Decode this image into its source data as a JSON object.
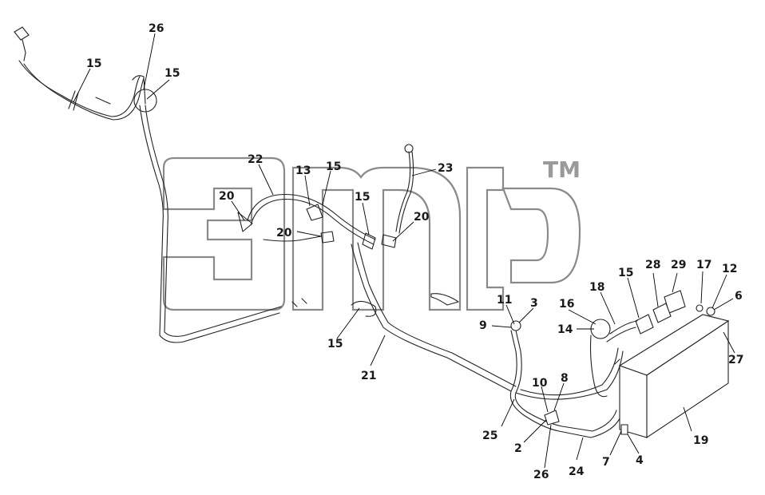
{
  "diagram": {
    "callouts": [
      "26",
      "15",
      "15",
      "22",
      "13",
      "15",
      "20",
      "15",
      "20",
      "20",
      "23",
      "11",
      "3",
      "9",
      "16",
      "14",
      "18",
      "15",
      "28",
      "29",
      "17",
      "12",
      "6",
      "27",
      "21",
      "15",
      "10",
      "8",
      "25",
      "2",
      "26",
      "24",
      "7",
      "4",
      "19"
    ]
  },
  "watermark": {
    "tm": "TM"
  },
  "colors": {
    "line": "#222222",
    "watermark": "#8a8a8a",
    "background": "#ffffff"
  }
}
